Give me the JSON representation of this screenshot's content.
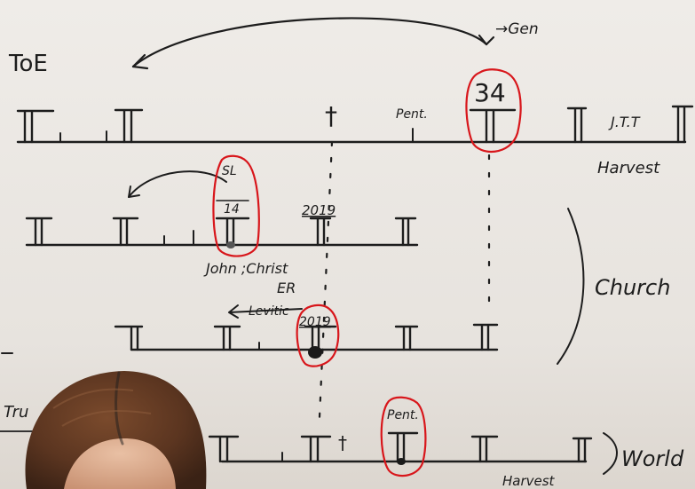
{
  "labels": {
    "toe": "ToE",
    "gen": "→Gen",
    "cross_top": "†",
    "pent_top": "Pent.",
    "year_34": "34",
    "jtt": "J.T.T",
    "harvest_top": "Harvest",
    "sl": "SL",
    "num_14": "14",
    "year_2019_a": "2019",
    "john_christ": "John ;Christ",
    "church": "Church",
    "er": "ER",
    "leviticus": "Levitic",
    "year_2019_b": "2019",
    "tru": "Tru",
    "cross_bottom": "†",
    "pent_bottom": "Pent.",
    "world": "World",
    "harvest_bottom": "Harvest"
  },
  "colors": {
    "ink": "#1d1d1d",
    "marker_red": "#d8161b",
    "board": "#ece9e4"
  }
}
